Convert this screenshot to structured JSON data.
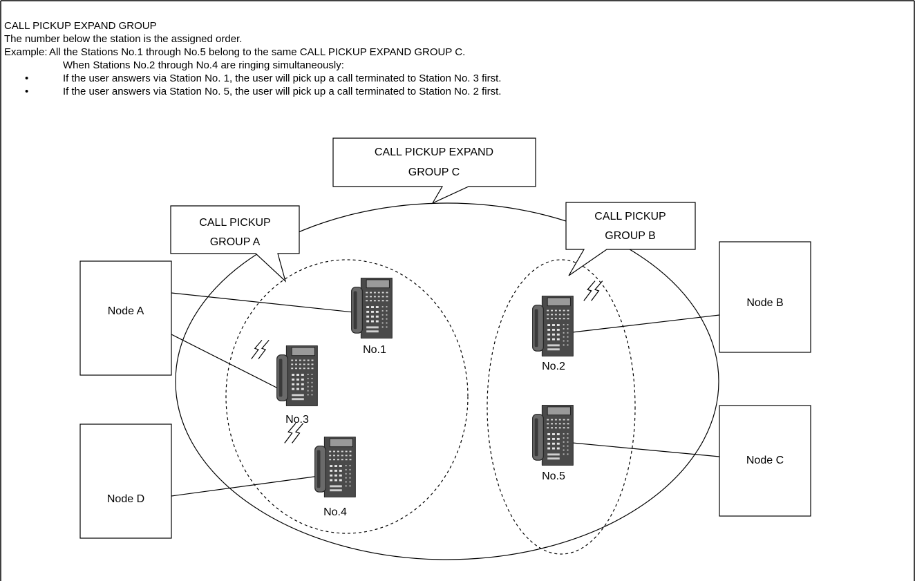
{
  "header": {
    "title": "CALL PICKUP EXPAND GROUP",
    "note": "The number below the station is the assigned order.",
    "example_prefix": "Example:",
    "example_line1": "All the Stations No.1 through No.5 belong to the same CALL PICKUP EXPAND GROUP C.",
    "example_line2": "When Stations No.2 through No.4 are ringing simultaneously:",
    "bullet_char": "•",
    "bullets": [
      "If the user answers via Station No. 1, the user will pick up a call terminated to Station No. 3 first.",
      "If the user answers via Station No. 5, the user will pick up a call terminated to Station No. 2 first."
    ]
  },
  "callouts": {
    "expand_line1": "CALL PICKUP EXPAND",
    "expand_line2": "GROUP C",
    "group_a_line1": "CALL PICKUP",
    "group_a_line2": "GROUP A",
    "group_b_line1": "CALL PICKUP",
    "group_b_line2": "GROUP B"
  },
  "nodes": {
    "a": "Node A",
    "b": "Node B",
    "c": "Node C",
    "d": "Node D"
  },
  "stations": {
    "no1": "No.1",
    "no2": "No.2",
    "no3": "No.3",
    "no4": "No.4",
    "no5": "No.5"
  },
  "icons": {
    "telephone": "desk-telephone-icon",
    "ringing": "ringing-zigzag-icon"
  },
  "colors": {
    "line": "#000000",
    "phone_body": "#4a4a4a",
    "phone_dark": "#2a2a2a",
    "phone_display": "#9a9a9a",
    "background": "#ffffff"
  }
}
